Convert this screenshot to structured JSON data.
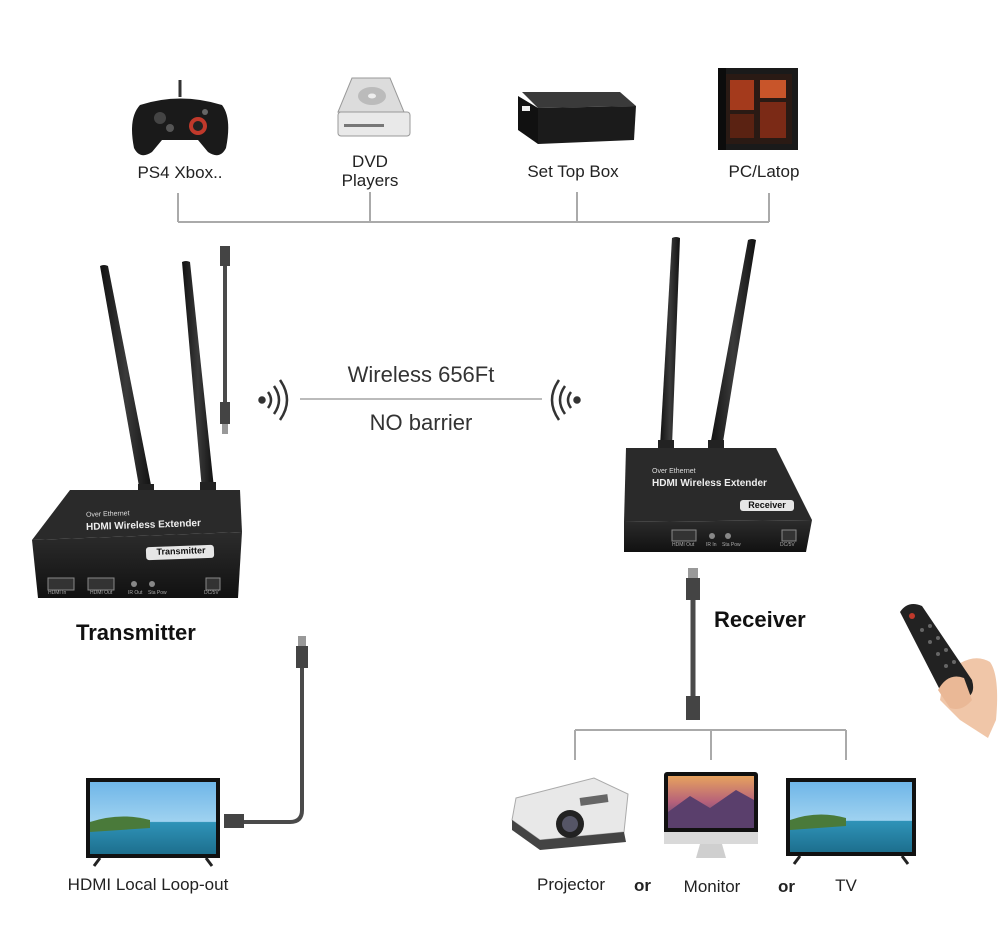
{
  "sources": [
    {
      "label": "PS4 Xbox..",
      "icon": "gamepad-icon"
    },
    {
      "label_line1": "DVD",
      "label_line2": "Players",
      "icon": "dvd-player-icon"
    },
    {
      "label": "Set Top Box",
      "icon": "set-top-box-icon"
    },
    {
      "label": "PC/Latop",
      "icon": "pc-tower-icon"
    }
  ],
  "wireless": {
    "range": "Wireless 656Ft",
    "note": "NO barrier"
  },
  "transmitter": {
    "caption": "Transmitter",
    "panel_line1": "Over Ethernet",
    "panel_line2": "HDMI Wireless Extender",
    "badge": "Transmitter",
    "ports": [
      "HDMI In",
      "HDMI Out",
      "IR Out",
      "Sta Pow",
      "DC/5V"
    ]
  },
  "receiver": {
    "caption": "Receiver",
    "panel_line1": "Over Ethernet",
    "panel_line2": "HDMI Wireless Extender",
    "badge": "Receiver",
    "ports": [
      "HDMI Out",
      "IR In",
      "Sta Pow",
      "DC/5V"
    ]
  },
  "loopout": {
    "label": "HDMI Local Loop-out",
    "icon": "tv-icon"
  },
  "outputs": {
    "projector": "Projector",
    "or1": "or",
    "monitor": "Monitor",
    "or2": "or",
    "tv": "TV"
  }
}
